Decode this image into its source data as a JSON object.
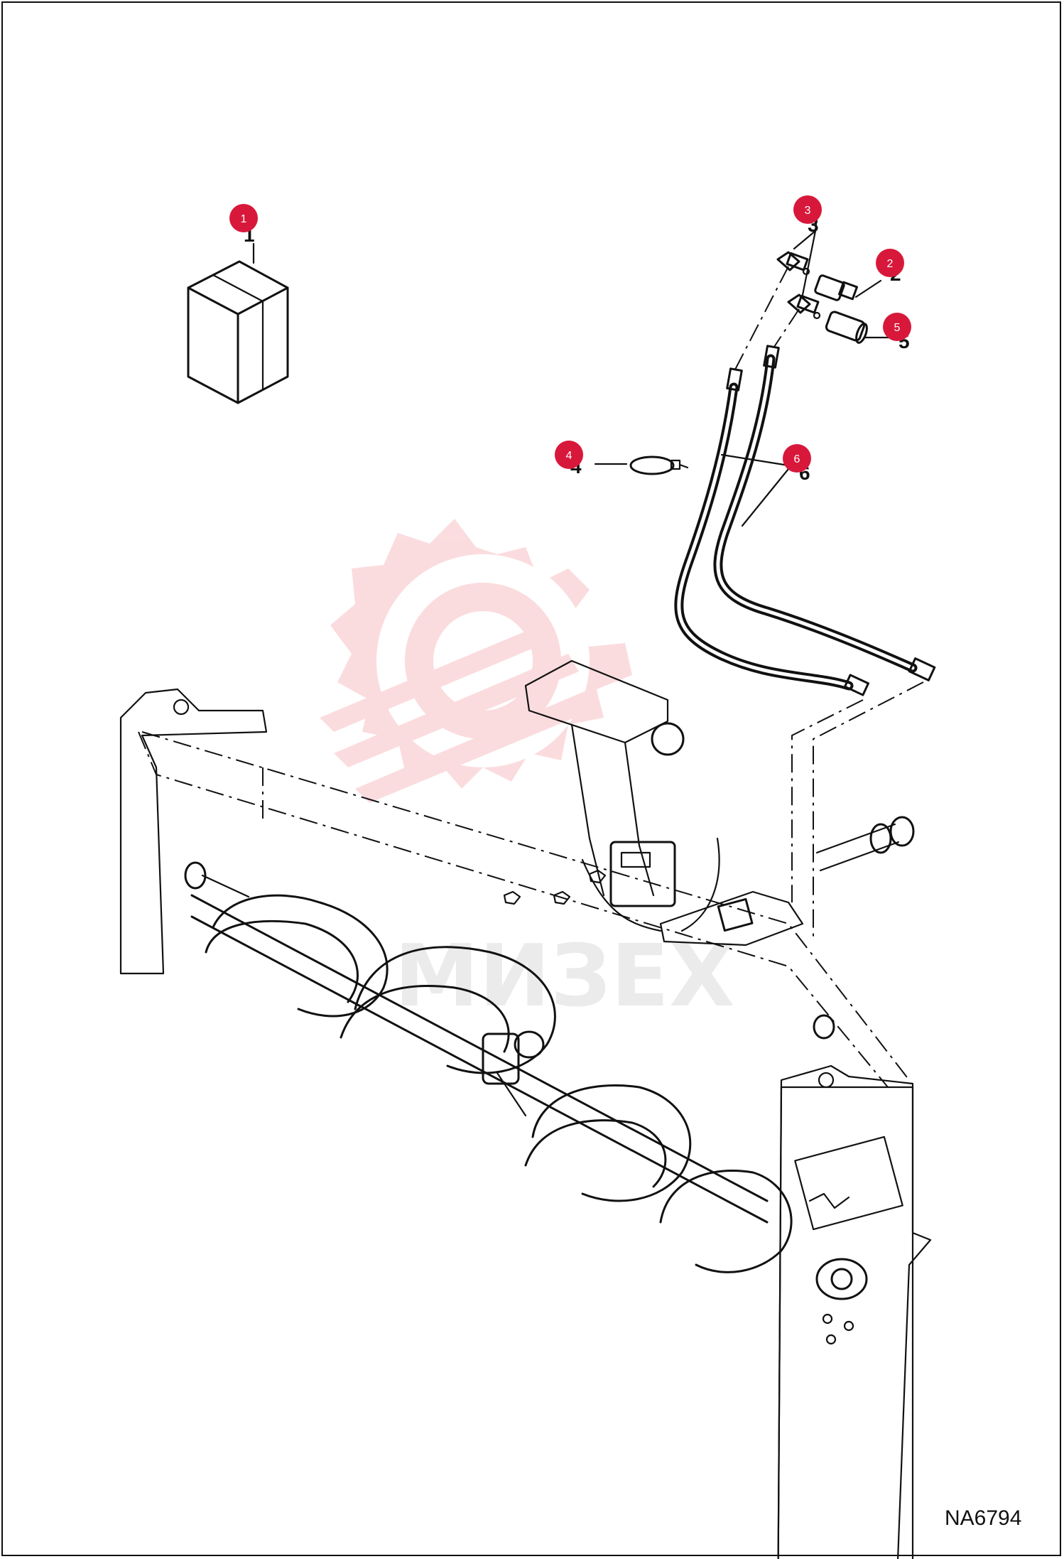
{
  "diagram": {
    "code": "NA6794",
    "watermark_text": "МИЗЕХ",
    "colors": {
      "callout": "#d8183a",
      "line": "#111111",
      "watermark": "#f7b3b8"
    },
    "callouts": [
      {
        "n": "1",
        "ref": "1"
      },
      {
        "n": "2",
        "ref": "2"
      },
      {
        "n": "3",
        "ref": "3"
      },
      {
        "n": "4",
        "ref": "4"
      },
      {
        "n": "5",
        "ref": "5"
      },
      {
        "n": "6",
        "ref": "6"
      }
    ],
    "parts": [
      {
        "id": "kit-box-icon"
      },
      {
        "id": "adapter-fitting-icon"
      },
      {
        "id": "elbow-fitting-icon"
      },
      {
        "id": "cable-tie-icon"
      },
      {
        "id": "coupler-icon"
      },
      {
        "id": "hydraulic-hose-icon"
      },
      {
        "id": "snow-blower-assembly-icon"
      }
    ]
  }
}
